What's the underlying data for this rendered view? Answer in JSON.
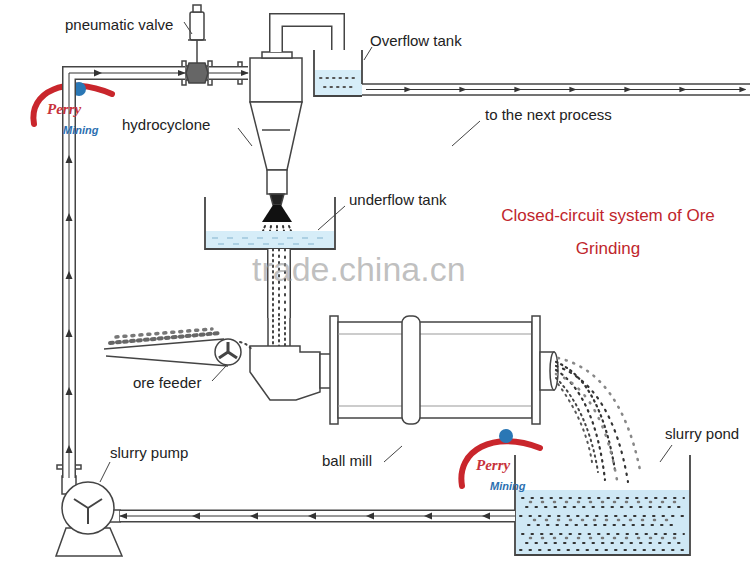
{
  "diagram": {
    "title": "Closed-circuit system of Ore Grinding",
    "nodes": [
      {
        "text": [
          "pneumatic valve"
        ]
      },
      {
        "text": [
          "hydrocyclone"
        ]
      },
      {
        "text": [
          "Overflow tank"
        ]
      },
      {
        "text": [
          "underflow tank"
        ]
      },
      {
        "text": [
          "ore feeder"
        ]
      },
      {
        "text": [
          "ball mill"
        ]
      },
      {
        "text": [
          "slurry pump"
        ]
      },
      {
        "text": [
          "slurry pond"
        ]
      }
    ],
    "edges": [
      {
        "from": 6,
        "to": 0,
        "arrow": "to"
      },
      {
        "from": 0,
        "to": 1,
        "arrow": "to"
      },
      {
        "from": 1,
        "to": 2,
        "arrow": "none"
      },
      {
        "from": 3,
        "to": 5,
        "arrow": "none"
      },
      {
        "from": 7,
        "to": 6,
        "arrow": "to"
      }
    ],
    "labels": [
      "to the next process",
      "trade.china.cn",
      "Perry",
      "Mining",
      "Perry",
      "Mining"
    ]
  }
}
